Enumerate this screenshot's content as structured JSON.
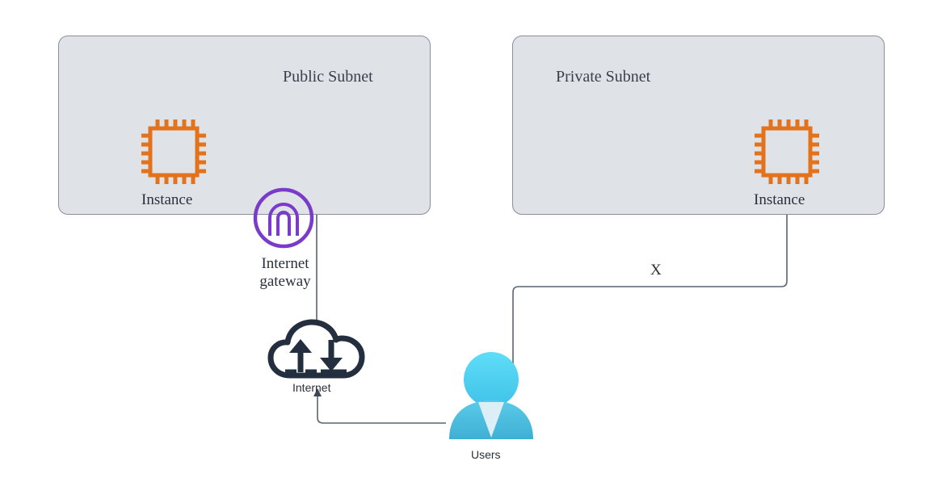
{
  "diagram": {
    "title": "AWS VPC subnet connectivity diagram",
    "colors": {
      "subnet_fill": "#dfe2e7",
      "subnet_border": "#8a8f98",
      "instance_orange": "#E4721B",
      "gateway_purple": "#7A3BC9",
      "cloud_navy": "#232F3E",
      "user_cyan": "#4FD3F4",
      "user_body_blue": "#4FB8DE",
      "connector_gray": "#5A6472",
      "text_dark": "#2b303b",
      "title_gray": "#3a3f4b",
      "background": "#ffffff"
    },
    "groups": [
      {
        "id": "public-subnet",
        "label": "Public Subnet"
      },
      {
        "id": "private-subnet",
        "label": "Private Subnet"
      }
    ],
    "nodes": [
      {
        "id": "public-instance",
        "label": "Instance",
        "icon": "ec2-instance-icon"
      },
      {
        "id": "private-instance",
        "label": "Instance",
        "icon": "ec2-instance-icon"
      },
      {
        "id": "internet-gateway",
        "label": "Internet gateway",
        "icon": "internet-gateway-icon"
      },
      {
        "id": "internet",
        "label": "Internet",
        "icon": "internet-cloud-icon"
      },
      {
        "id": "users",
        "label": "Users",
        "icon": "users-icon"
      }
    ],
    "edges": [
      {
        "id": "internet-to-public-instance",
        "from": "internet",
        "to": "public-instance",
        "label": "",
        "arrow": "to"
      },
      {
        "id": "users-to-internet",
        "from": "users",
        "to": "internet",
        "label": "",
        "arrow": "to"
      },
      {
        "id": "users-to-private-instance",
        "from": "users",
        "to": "private-instance",
        "label": "X",
        "arrow": "to"
      }
    ]
  }
}
